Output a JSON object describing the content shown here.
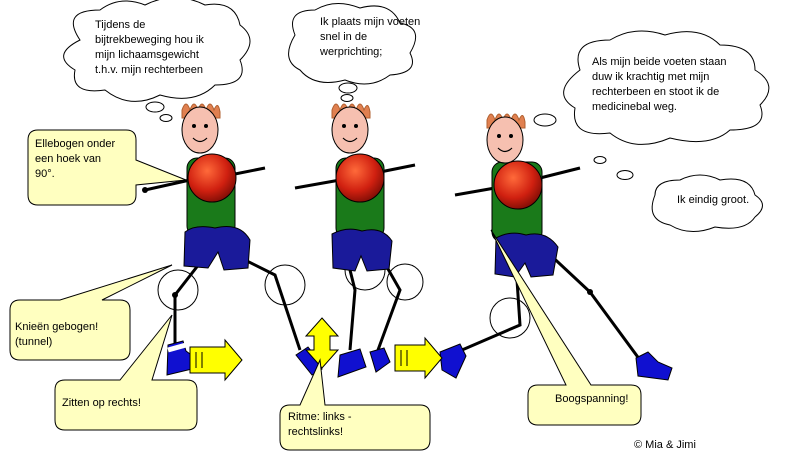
{
  "thought_bubbles": {
    "left": "Tijdens de\nbijtrekbeweging hou ik\nmijn lichaamsgewicht\nt.h.v. mijn rechterbeen",
    "middle": "Ik plaats mijn voeten\nsnel in de\nwerprichting;",
    "right": "Als mijn beide voeten staan\nduw ik krachtig met mijn\nrechterbeen  en stoot ik de\nmedicinebal weg.",
    "end": "Ik eindig groot."
  },
  "callouts": {
    "elbows": "Ellebogen onder\neen hoek van\n90°.",
    "knees": "Knieën gebogen!\n(tunnel)",
    "sit": "Zitten op rechts!",
    "rhythm": "Ritme: links -\nrechtslinks!",
    "arch": "Boogspanning!"
  },
  "copyright": "© Mia & Jimi",
  "colors": {
    "shirt": "#1a7a1a",
    "shorts": "#1a1a9a",
    "shoes": "#1010d0",
    "ball": "#d02010",
    "skin": "#f6c0b0",
    "hair": "#e08050",
    "callout_fill": "#ffffc0",
    "arrow_fill": "#ffff00"
  },
  "icons": [
    "thought-bubble",
    "speech-callout",
    "right-arrow",
    "up-down-arrow",
    "medicine-ball"
  ]
}
